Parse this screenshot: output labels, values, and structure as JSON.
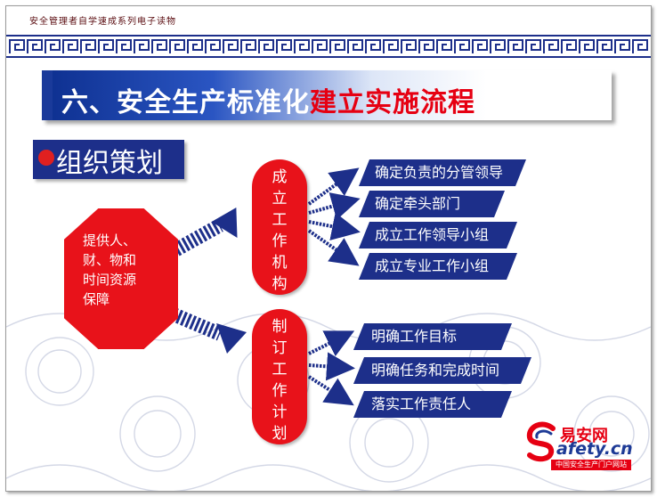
{
  "header": {
    "series": "安全管理者自学速成系列电子读物",
    "title_part1": "六、安全生产标准化",
    "title_part2": "建立实施流程"
  },
  "section": {
    "label": "组织策划"
  },
  "source": {
    "lines": [
      "提供人、",
      "财、物和",
      "时间资源",
      "保障"
    ]
  },
  "branches": [
    {
      "label_chars": [
        "成",
        "立",
        "工",
        "作",
        "机",
        "构"
      ],
      "items": [
        "确定负责的分管领导",
        "确定牵头部门",
        "成立工作领导小组",
        "成立专业工作小组"
      ]
    },
    {
      "label_chars": [
        "制",
        "订",
        "工",
        "作",
        "计",
        "划"
      ],
      "items": [
        "明确工作目标",
        "明确任务和完成时间",
        "落实工作责任人"
      ]
    }
  ],
  "logo": {
    "cn": "易安网",
    "en": "afety.cn",
    "sub": "中国安全生产门户网站"
  },
  "colors": {
    "red": "#e8121a",
    "navy": "#1d2f8a",
    "title_red": "#e60012"
  }
}
